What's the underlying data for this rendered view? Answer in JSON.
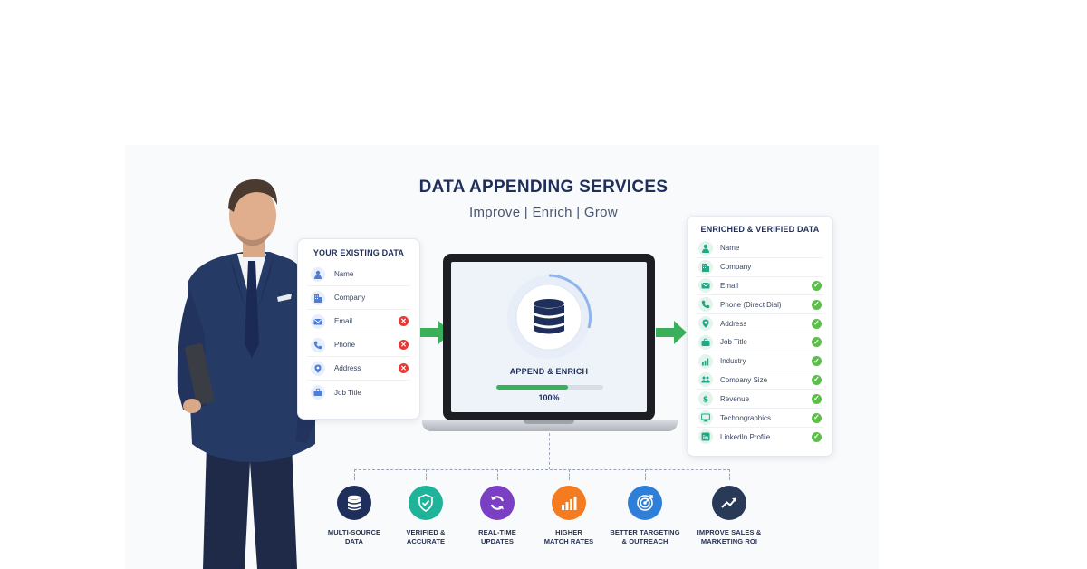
{
  "header": {
    "title": "DATA APPENDING SERVICES",
    "subtitle": "Improve | Enrich | Grow"
  },
  "existing_data": {
    "title": "YOUR EXISTING DATA",
    "items": [
      {
        "label": "Name",
        "icon": "person-icon",
        "status": "none"
      },
      {
        "label": "Company",
        "icon": "building-icon",
        "status": "none"
      },
      {
        "label": "Email",
        "icon": "envelope-icon",
        "status": "missing"
      },
      {
        "label": "Phone",
        "icon": "phone-icon",
        "status": "missing"
      },
      {
        "label": "Address",
        "icon": "location-pin-icon",
        "status": "missing"
      },
      {
        "label": "Job Title",
        "icon": "briefcase-icon",
        "status": "none"
      }
    ]
  },
  "process": {
    "label": "APPEND & ENRICH",
    "progress_text": "100%",
    "progress_percent": 67,
    "icon": "database-icon"
  },
  "enriched_data": {
    "title": "ENRICHED & VERIFIED DATA",
    "items": [
      {
        "label": "Name",
        "icon": "person-icon",
        "status": "none"
      },
      {
        "label": "Company",
        "icon": "building-icon",
        "status": "none"
      },
      {
        "label": "Email",
        "icon": "envelope-icon",
        "status": "verified"
      },
      {
        "label": "Phone (Direct Dial)",
        "icon": "phone-icon",
        "status": "verified"
      },
      {
        "label": "Address",
        "icon": "location-pin-icon",
        "status": "verified"
      },
      {
        "label": "Job Title",
        "icon": "briefcase-icon",
        "status": "verified"
      },
      {
        "label": "Industry",
        "icon": "bar-chart-icon",
        "status": "verified"
      },
      {
        "label": "Company Size",
        "icon": "people-icon",
        "status": "verified"
      },
      {
        "label": "Revenue",
        "icon": "dollar-icon",
        "status": "verified"
      },
      {
        "label": "Technographics",
        "icon": "monitor-icon",
        "status": "verified"
      },
      {
        "label": "LinkedIn Profile",
        "icon": "linkedin-icon",
        "status": "verified"
      }
    ]
  },
  "features": [
    {
      "label": "MULTI-SOURCE\nDATA",
      "icon": "database-icon",
      "color": "#1f2f5c"
    },
    {
      "label": "VERIFIED &\nACCURATE",
      "icon": "shield-check-icon",
      "color": "#1fb39a"
    },
    {
      "label": "REAL-TIME\nUPDATES",
      "icon": "refresh-icon",
      "color": "#7b3fc4"
    },
    {
      "label": "HIGHER\nMATCH RATES",
      "icon": "bar-chart-icon",
      "color": "#f47b20"
    },
    {
      "label": "BETTER TARGETING\n& OUTREACH",
      "icon": "target-icon",
      "color": "#2f7fd8"
    },
    {
      "label": "IMPROVE SALES &\nMARKETING ROI",
      "icon": "trend-up-icon",
      "color": "#283a58"
    }
  ],
  "colors": {
    "navy": "#1f2f5c",
    "arrow_green": "#3bb05a",
    "missing_red": "#e53935",
    "verified_green": "#5cbf4a",
    "enriched_icon_teal": "#1fa987",
    "existing_icon_blue": "#4d7ed8"
  }
}
